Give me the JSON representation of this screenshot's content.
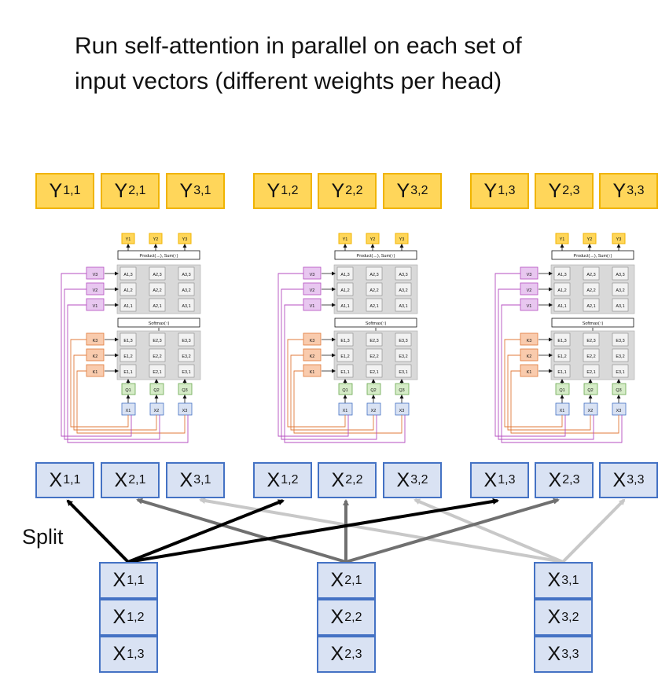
{
  "title": {
    "line1": "Run self-attention in parallel on each set of",
    "line2": "input vectors (different weights per head)"
  },
  "split_label": "Split",
  "outputs": [
    {
      "label": "Y",
      "sub": "1,1"
    },
    {
      "label": "Y",
      "sub": "2,1"
    },
    {
      "label": "Y",
      "sub": "3,1"
    },
    {
      "label": "Y",
      "sub": "1,2"
    },
    {
      "label": "Y",
      "sub": "2,2"
    },
    {
      "label": "Y",
      "sub": "3,2"
    },
    {
      "label": "Y",
      "sub": "1,3"
    },
    {
      "label": "Y",
      "sub": "2,3"
    },
    {
      "label": "Y",
      "sub": "3,3"
    }
  ],
  "head_inputs": [
    {
      "label": "X",
      "sub": "1,1"
    },
    {
      "label": "X",
      "sub": "2,1"
    },
    {
      "label": "X",
      "sub": "3,1"
    },
    {
      "label": "X",
      "sub": "1,2"
    },
    {
      "label": "X",
      "sub": "2,2"
    },
    {
      "label": "X",
      "sub": "3,2"
    },
    {
      "label": "X",
      "sub": "1,3"
    },
    {
      "label": "X",
      "sub": "2,3"
    },
    {
      "label": "X",
      "sub": "3,3"
    }
  ],
  "input_vectors": [
    [
      {
        "label": "X",
        "sub": "1,1"
      },
      {
        "label": "X",
        "sub": "1,2"
      },
      {
        "label": "X",
        "sub": "1,3"
      }
    ],
    [
      {
        "label": "X",
        "sub": "2,1"
      },
      {
        "label": "X",
        "sub": "2,2"
      },
      {
        "label": "X",
        "sub": "2,3"
      }
    ],
    [
      {
        "label": "X",
        "sub": "3,1"
      },
      {
        "label": "X",
        "sub": "3,2"
      },
      {
        "label": "X",
        "sub": "3,3"
      }
    ]
  ],
  "head_diagram": {
    "y_labels": [
      "Y1",
      "Y2",
      "Y3"
    ],
    "product_label": "Product(→),  Sum(↑)",
    "softmax_label": "Softmax(↑)",
    "v_labels": [
      "V3",
      "V2",
      "V1"
    ],
    "k_labels": [
      "K3",
      "K2",
      "K1"
    ],
    "q_labels": [
      "Q1",
      "Q2",
      "Q3"
    ],
    "x_labels": [
      "X1",
      "X2",
      "X3"
    ],
    "a_grid": [
      [
        "A1,3",
        "A2,3",
        "A3,3"
      ],
      [
        "A1,2",
        "A2,2",
        "A3,2"
      ],
      [
        "A1,1",
        "A2,1",
        "A3,1"
      ]
    ],
    "e_grid": [
      [
        "E1,3",
        "E2,3",
        "E3,3"
      ],
      [
        "E1,2",
        "E2,2",
        "E3,2"
      ],
      [
        "E1,1",
        "E2,1",
        "E3,1"
      ]
    ]
  },
  "colors": {
    "output_fill": "#ffd65a",
    "output_border": "#f0b400",
    "input_fill": "#d9e2f3",
    "input_border": "#4472c4",
    "value_fill": "#e8c7f0",
    "value_border": "#b44ec0",
    "key_fill": "#f9cbad",
    "key_border": "#e07a3a",
    "query_fill": "#d6ecc8",
    "query_border": "#6aa84f",
    "grid_fill": "#d9d9d9",
    "arrow_black": "#000000",
    "arrow_dark_gray": "#707070",
    "arrow_light_gray": "#c8c8c8"
  }
}
